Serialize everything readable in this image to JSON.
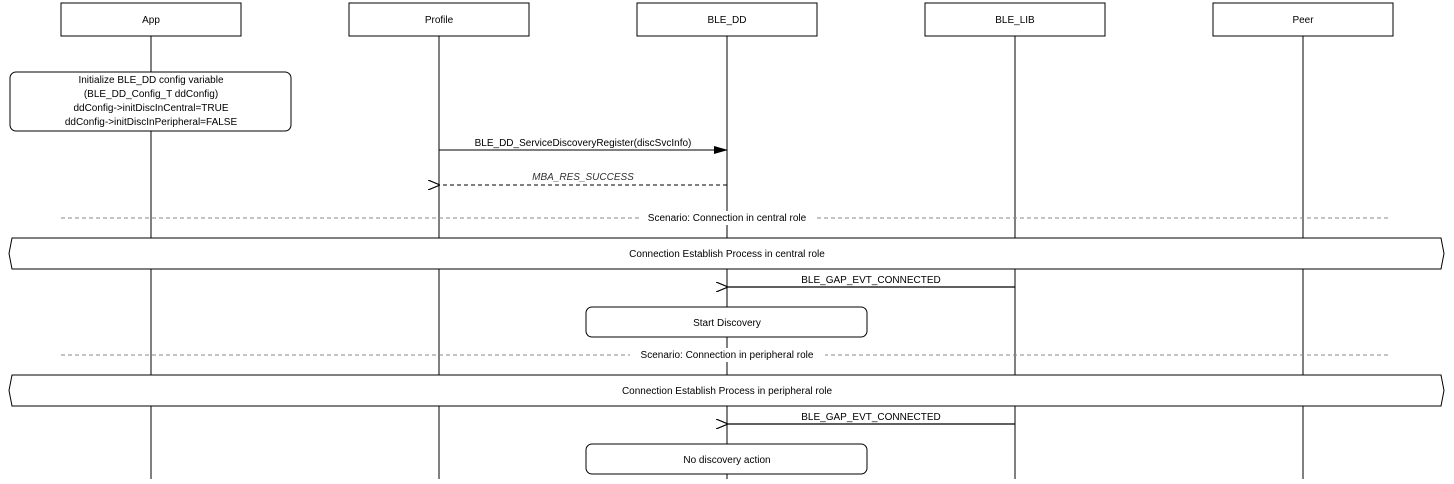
{
  "participants": [
    {
      "id": "app",
      "label": "App"
    },
    {
      "id": "profile",
      "label": "Profile"
    },
    {
      "id": "ble_dd",
      "label": "BLE_DD"
    },
    {
      "id": "ble_lib",
      "label": "BLE_LIB"
    },
    {
      "id": "peer",
      "label": "Peer"
    }
  ],
  "note_init": {
    "lines": [
      "Initialize BLE_DD config variable",
      "(BLE_DD_Config_T ddConfig)",
      "ddConfig->initDiscInCentral=TRUE",
      "ddConfig->initDiscInPeripheral=FALSE"
    ]
  },
  "messages": [
    {
      "label": "BLE_DD_ServiceDiscoveryRegister(discSvcInfo)",
      "from": "Profile",
      "to": "BLE_DD",
      "kind": "sync"
    },
    {
      "label": "MBA_RES_SUCCESS",
      "from": "BLE_DD",
      "to": "Profile",
      "kind": "return"
    },
    {
      "label": "BLE_GAP_EVT_CONNECTED",
      "from": "BLE_LIB",
      "to": "BLE_DD",
      "kind": "async"
    },
    {
      "label": "BLE_GAP_EVT_CONNECTED",
      "from": "BLE_LIB",
      "to": "BLE_DD",
      "kind": "async"
    }
  ],
  "scenarios": [
    {
      "label": "Scenario: Connection in central role"
    },
    {
      "label": "Scenario: Connection in peripheral role"
    }
  ],
  "processes": [
    {
      "label": "Connection Establish Process in central role"
    },
    {
      "label": "Connection Establish Process in peripheral role"
    }
  ],
  "actions": [
    {
      "label": "Start Discovery"
    },
    {
      "label": "No discovery action"
    }
  ]
}
